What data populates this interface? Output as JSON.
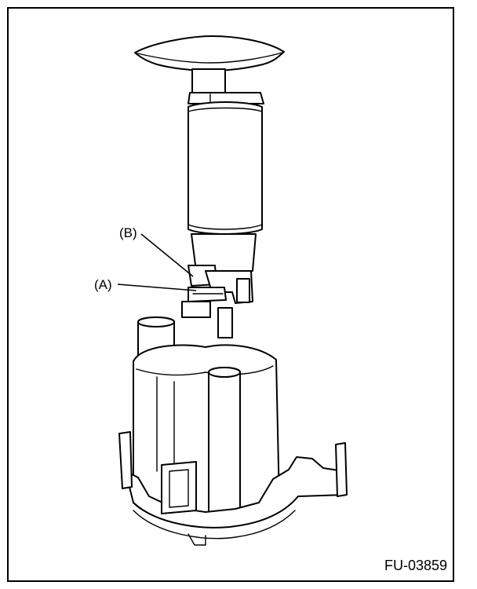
{
  "labels": {
    "callout_b": "(B)",
    "callout_a": "(A)",
    "figure_code": "FU-03859"
  }
}
